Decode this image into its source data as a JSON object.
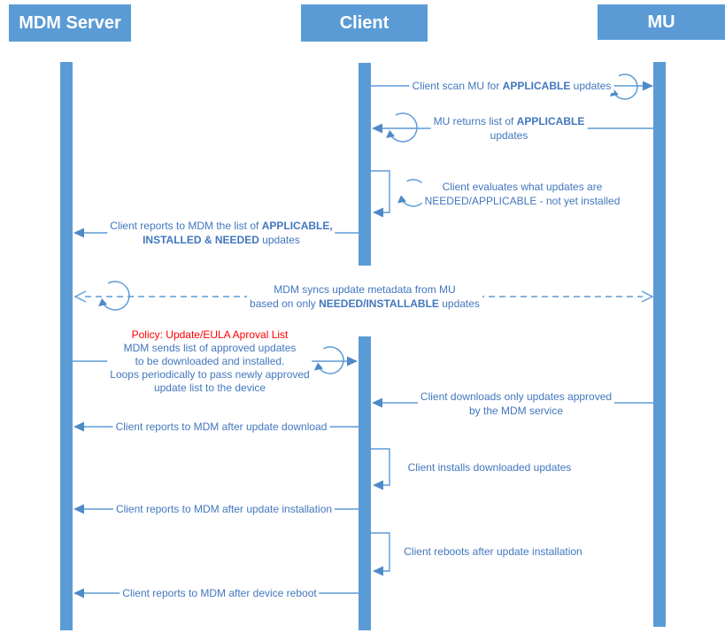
{
  "colors": {
    "actor_fill": "#5B9BD5",
    "line_blue": "#5B9BD5",
    "text_blue": "#4277BE",
    "policy_red": "#FF0000"
  },
  "actors": [
    {
      "label": "MDM Server"
    },
    {
      "label": "Client"
    },
    {
      "label": "MU"
    }
  ],
  "messages": [
    {
      "from": "Client",
      "to": "MU",
      "type": "solid-arrow",
      "lines": [
        [
          {
            "t": "Client scan MU for "
          },
          {
            "t": "APPLICABLE",
            "b": true
          },
          {
            "t": " updates"
          }
        ]
      ]
    },
    {
      "from": "MU",
      "to": "Client",
      "type": "solid-arrow",
      "lines": [
        [
          {
            "t": "MU returns list of "
          },
          {
            "t": "APPLICABLE",
            "b": true
          }
        ],
        [
          {
            "t": "updates"
          }
        ]
      ]
    },
    {
      "from": "Client",
      "to": "Client",
      "type": "self-message",
      "lines": [
        [
          {
            "t": "Client evaluates what updates are"
          }
        ],
        [
          {
            "t": "NEEDED/APPLICABLE - not yet installed"
          }
        ]
      ]
    },
    {
      "from": "Client",
      "to": "MDM Server",
      "type": "solid-arrow",
      "lines": [
        [
          {
            "t": "Client reports to MDM the list of "
          },
          {
            "t": "APPLICABLE,",
            "b": true
          }
        ],
        [
          {
            "t": "INSTALLED & NEEDED",
            "b": true
          },
          {
            "t": " updates"
          }
        ]
      ]
    },
    {
      "from": "MDM Server",
      "to": "MU",
      "type": "dashed-bidirectional-arrow",
      "lines": [
        [
          {
            "t": "MDM syncs update metadata from MU"
          }
        ],
        [
          {
            "t": "based on only "
          },
          {
            "t": "NEEDED/INSTALLABLE",
            "b": true
          },
          {
            "t": " updates"
          }
        ]
      ]
    },
    {
      "from": "MDM Server",
      "to": "Client",
      "type": "solid-arrow",
      "title": "Policy: Update/EULA Aproval List",
      "lines": [
        [
          {
            "t": "MDM sends list of approved updates"
          }
        ],
        [
          {
            "t": "to be downloaded and installed."
          }
        ],
        [
          {
            "t": "Loops periodically to pass newly approved"
          }
        ],
        [
          {
            "t": "update list to the device"
          }
        ]
      ]
    },
    {
      "from": "MU",
      "to": "Client",
      "type": "solid-arrow",
      "lines": [
        [
          {
            "t": "Client downloads only updates approved"
          }
        ],
        [
          {
            "t": "by the MDM service"
          }
        ]
      ]
    },
    {
      "from": "Client",
      "to": "MDM Server",
      "type": "solid-arrow",
      "lines": [
        [
          {
            "t": "Client reports to MDM after update download"
          }
        ]
      ]
    },
    {
      "from": "Client",
      "to": "Client",
      "type": "self-message",
      "lines": [
        [
          {
            "t": "Client installs downloaded updates"
          }
        ]
      ]
    },
    {
      "from": "Client",
      "to": "MDM Server",
      "type": "solid-arrow",
      "lines": [
        [
          {
            "t": "Client reports to MDM after update installation"
          }
        ]
      ]
    },
    {
      "from": "Client",
      "to": "Client",
      "type": "self-message",
      "lines": [
        [
          {
            "t": "Client reboots after update installation"
          }
        ]
      ]
    },
    {
      "from": "Client",
      "to": "MDM Server",
      "type": "solid-arrow",
      "lines": [
        [
          {
            "t": "Client reports to MDM after device reboot"
          }
        ]
      ]
    }
  ]
}
